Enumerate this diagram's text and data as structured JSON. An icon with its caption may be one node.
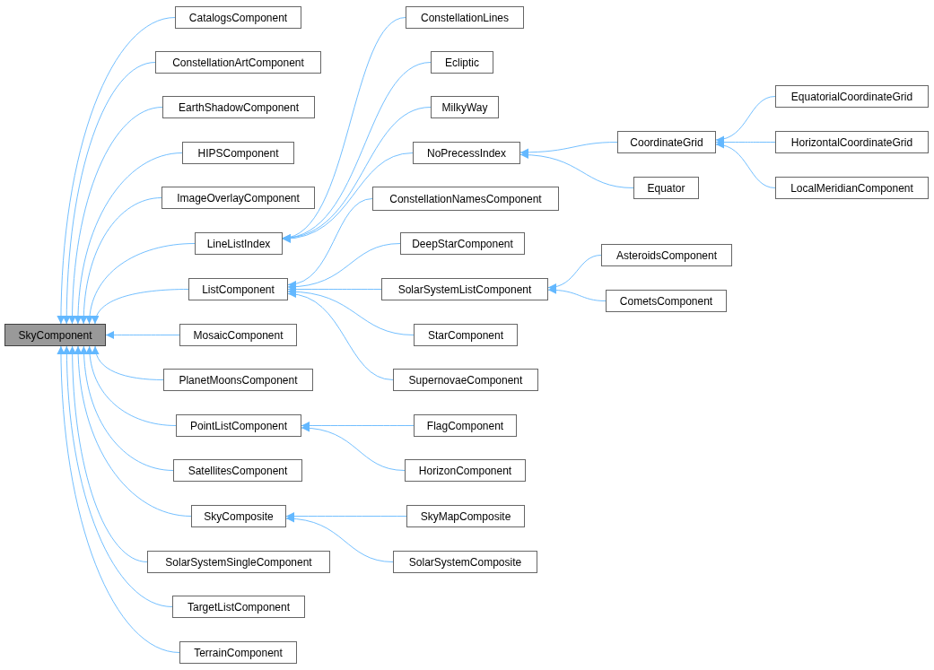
{
  "diagram": {
    "nodes": [
      {
        "text": [
          "SkyComponent"
        ]
      },
      {
        "text": [
          "CatalogsComponent"
        ]
      },
      {
        "text": [
          "ConstellationArtComponent"
        ]
      },
      {
        "text": [
          "EarthShadowComponent"
        ]
      },
      {
        "text": [
          "HIPSComponent"
        ]
      },
      {
        "text": [
          "ImageOverlayComponent"
        ]
      },
      {
        "text": [
          "LineListIndex"
        ]
      },
      {
        "text": [
          "ListComponent"
        ]
      },
      {
        "text": [
          "MosaicComponent"
        ]
      },
      {
        "text": [
          "PlanetMoonsComponent"
        ]
      },
      {
        "text": [
          "PointListComponent"
        ]
      },
      {
        "text": [
          "SatellitesComponent"
        ]
      },
      {
        "text": [
          "SkyComposite"
        ]
      },
      {
        "text": [
          "SolarSystemSingleComponent"
        ]
      },
      {
        "text": [
          "TargetListComponent"
        ]
      },
      {
        "text": [
          "TerrainComponent"
        ]
      },
      {
        "text": [
          "ConstellationLines"
        ]
      },
      {
        "text": [
          "Ecliptic"
        ]
      },
      {
        "text": [
          "MilkyWay"
        ]
      },
      {
        "text": [
          "NoPrecessIndex"
        ]
      },
      {
        "text": [
          "ConstellationNamesComponent"
        ]
      },
      {
        "text": [
          "DeepStarComponent"
        ]
      },
      {
        "text": [
          "SolarSystemListComponent"
        ]
      },
      {
        "text": [
          "StarComponent"
        ]
      },
      {
        "text": [
          "SupernovaeComponent"
        ]
      },
      {
        "text": [
          "FlagComponent"
        ]
      },
      {
        "text": [
          "HorizonComponent"
        ]
      },
      {
        "text": [
          "SkyMapComposite"
        ]
      },
      {
        "text": [
          "SolarSystemComposite"
        ]
      },
      {
        "text": [
          "CoordinateGrid"
        ]
      },
      {
        "text": [
          "Equator"
        ]
      },
      {
        "text": [
          "AsteroidsComponent"
        ]
      },
      {
        "text": [
          "CometsComponent"
        ]
      },
      {
        "text": [
          "EquatorialCoordinateGrid"
        ]
      },
      {
        "text": [
          "HorizontalCoordinateGrid"
        ]
      },
      {
        "text": [
          "LocalMeridianComponent"
        ]
      }
    ],
    "edges": [
      {
        "from": 1,
        "to": 0,
        "arrow": "to"
      },
      {
        "from": 2,
        "to": 0,
        "arrow": "to"
      },
      {
        "from": 3,
        "to": 0,
        "arrow": "to"
      },
      {
        "from": 4,
        "to": 0,
        "arrow": "to"
      },
      {
        "from": 5,
        "to": 0,
        "arrow": "to"
      },
      {
        "from": 6,
        "to": 0,
        "arrow": "to"
      },
      {
        "from": 7,
        "to": 0,
        "arrow": "to"
      },
      {
        "from": 8,
        "to": 0,
        "arrow": "to"
      },
      {
        "from": 9,
        "to": 0,
        "arrow": "to"
      },
      {
        "from": 10,
        "to": 0,
        "arrow": "to"
      },
      {
        "from": 11,
        "to": 0,
        "arrow": "to"
      },
      {
        "from": 12,
        "to": 0,
        "arrow": "to"
      },
      {
        "from": 13,
        "to": 0,
        "arrow": "to"
      },
      {
        "from": 14,
        "to": 0,
        "arrow": "to"
      },
      {
        "from": 15,
        "to": 0,
        "arrow": "to"
      },
      {
        "from": 16,
        "to": 6,
        "arrow": "to"
      },
      {
        "from": 17,
        "to": 6,
        "arrow": "to"
      },
      {
        "from": 18,
        "to": 6,
        "arrow": "to"
      },
      {
        "from": 19,
        "to": 6,
        "arrow": "to"
      },
      {
        "from": 20,
        "to": 7,
        "arrow": "to"
      },
      {
        "from": 21,
        "to": 7,
        "arrow": "to"
      },
      {
        "from": 22,
        "to": 7,
        "arrow": "to"
      },
      {
        "from": 23,
        "to": 7,
        "arrow": "to"
      },
      {
        "from": 24,
        "to": 7,
        "arrow": "to"
      },
      {
        "from": 25,
        "to": 10,
        "arrow": "to"
      },
      {
        "from": 26,
        "to": 10,
        "arrow": "to"
      },
      {
        "from": 27,
        "to": 12,
        "arrow": "to"
      },
      {
        "from": 28,
        "to": 12,
        "arrow": "to"
      },
      {
        "from": 29,
        "to": 19,
        "arrow": "to"
      },
      {
        "from": 30,
        "to": 19,
        "arrow": "to"
      },
      {
        "from": 31,
        "to": 22,
        "arrow": "to"
      },
      {
        "from": 32,
        "to": 22,
        "arrow": "to"
      },
      {
        "from": 33,
        "to": 29,
        "arrow": "to"
      },
      {
        "from": 34,
        "to": 29,
        "arrow": "to"
      },
      {
        "from": 35,
        "to": 29,
        "arrow": "to"
      }
    ]
  }
}
